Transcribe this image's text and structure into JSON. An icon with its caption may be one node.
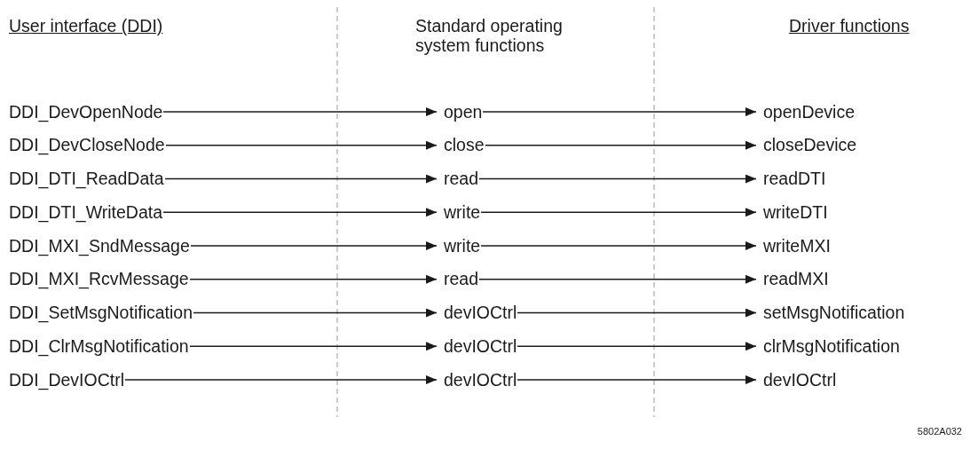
{
  "diagram": {
    "nodes": [
      {
        "text": [
          "DDI_DevOpenNode"
        ]
      },
      {
        "text": [
          "open"
        ]
      },
      {
        "text": [
          "openDevice"
        ]
      },
      {
        "text": [
          "DDI_DevCloseNode"
        ]
      },
      {
        "text": [
          "close"
        ]
      },
      {
        "text": [
          "closeDevice"
        ]
      },
      {
        "text": [
          "DDI_DTI_ReadData"
        ]
      },
      {
        "text": [
          "read"
        ]
      },
      {
        "text": [
          "readDTI"
        ]
      },
      {
        "text": [
          "DDI_DTI_WriteData"
        ]
      },
      {
        "text": [
          "write"
        ]
      },
      {
        "text": [
          "writeDTI"
        ]
      },
      {
        "text": [
          "DDI_MXI_SndMessage"
        ]
      },
      {
        "text": [
          "write"
        ]
      },
      {
        "text": [
          "writeMXI"
        ]
      },
      {
        "text": [
          "DDI_MXI_RcvMessage"
        ]
      },
      {
        "text": [
          "read"
        ]
      },
      {
        "text": [
          "readMXI"
        ]
      },
      {
        "text": [
          "DDI_SetMsgNotification"
        ]
      },
      {
        "text": [
          "devIOCtrl"
        ]
      },
      {
        "text": [
          "setMsgNotification"
        ]
      },
      {
        "text": [
          "DDI_ClrMsgNotification"
        ]
      },
      {
        "text": [
          "devIOCtrl"
        ]
      },
      {
        "text": [
          "clrMsgNotification"
        ]
      },
      {
        "text": [
          "DDI_DevIOCtrl"
        ]
      },
      {
        "text": [
          "devIOCtrl"
        ]
      },
      {
        "text": [
          "devIOCtrl"
        ]
      }
    ],
    "edges": [
      {
        "from": 0,
        "to": 1,
        "arrow": "to"
      },
      {
        "from": 1,
        "to": 2,
        "arrow": "to"
      },
      {
        "from": 3,
        "to": 4,
        "arrow": "to"
      },
      {
        "from": 4,
        "to": 5,
        "arrow": "to"
      },
      {
        "from": 6,
        "to": 7,
        "arrow": "to"
      },
      {
        "from": 7,
        "to": 8,
        "arrow": "to"
      },
      {
        "from": 9,
        "to": 10,
        "arrow": "to"
      },
      {
        "from": 10,
        "to": 11,
        "arrow": "to"
      },
      {
        "from": 12,
        "to": 13,
        "arrow": "to"
      },
      {
        "from": 13,
        "to": 14,
        "arrow": "to"
      },
      {
        "from": 15,
        "to": 16,
        "arrow": "to"
      },
      {
        "from": 16,
        "to": 17,
        "arrow": "to"
      },
      {
        "from": 18,
        "to": 19,
        "arrow": "to"
      },
      {
        "from": 19,
        "to": 20,
        "arrow": "to"
      },
      {
        "from": 21,
        "to": 22,
        "arrow": "to"
      },
      {
        "from": 22,
        "to": 23,
        "arrow": "to"
      },
      {
        "from": 24,
        "to": 25,
        "arrow": "to"
      },
      {
        "from": 25,
        "to": 26,
        "arrow": "to"
      }
    ],
    "labels": [
      "User interface (DDI)",
      "Standard operating system functions",
      "Driver functions",
      "5802A032"
    ]
  }
}
